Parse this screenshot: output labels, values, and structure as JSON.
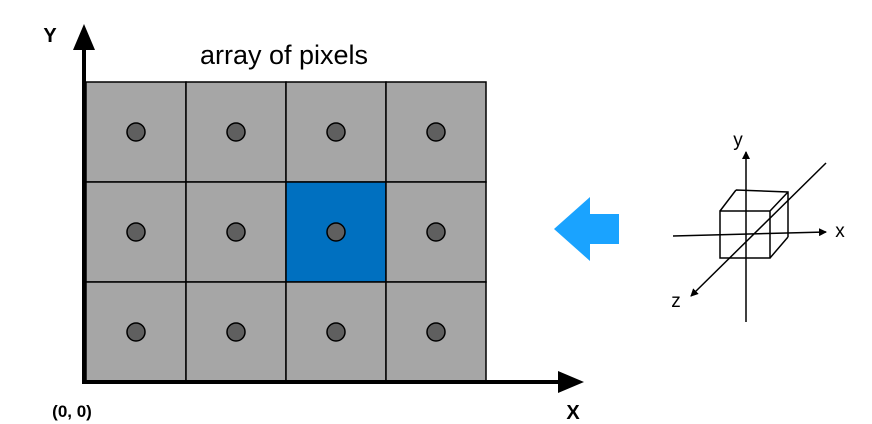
{
  "grid": {
    "title": "array of pixels",
    "rows": 3,
    "cols": 4,
    "highlight": {
      "row": 1,
      "col": 2
    },
    "pixel_color": "#a6a6a6",
    "highlight_color": "#0070c0",
    "dot_color": "#5f5f5f"
  },
  "axes2d": {
    "x_label": "X",
    "y_label": "Y",
    "origin_label": "(0, 0)"
  },
  "arrow": {
    "color": "#1aa3ff"
  },
  "axes3d": {
    "x_label": "x",
    "y_label": "y",
    "z_label": "z"
  }
}
